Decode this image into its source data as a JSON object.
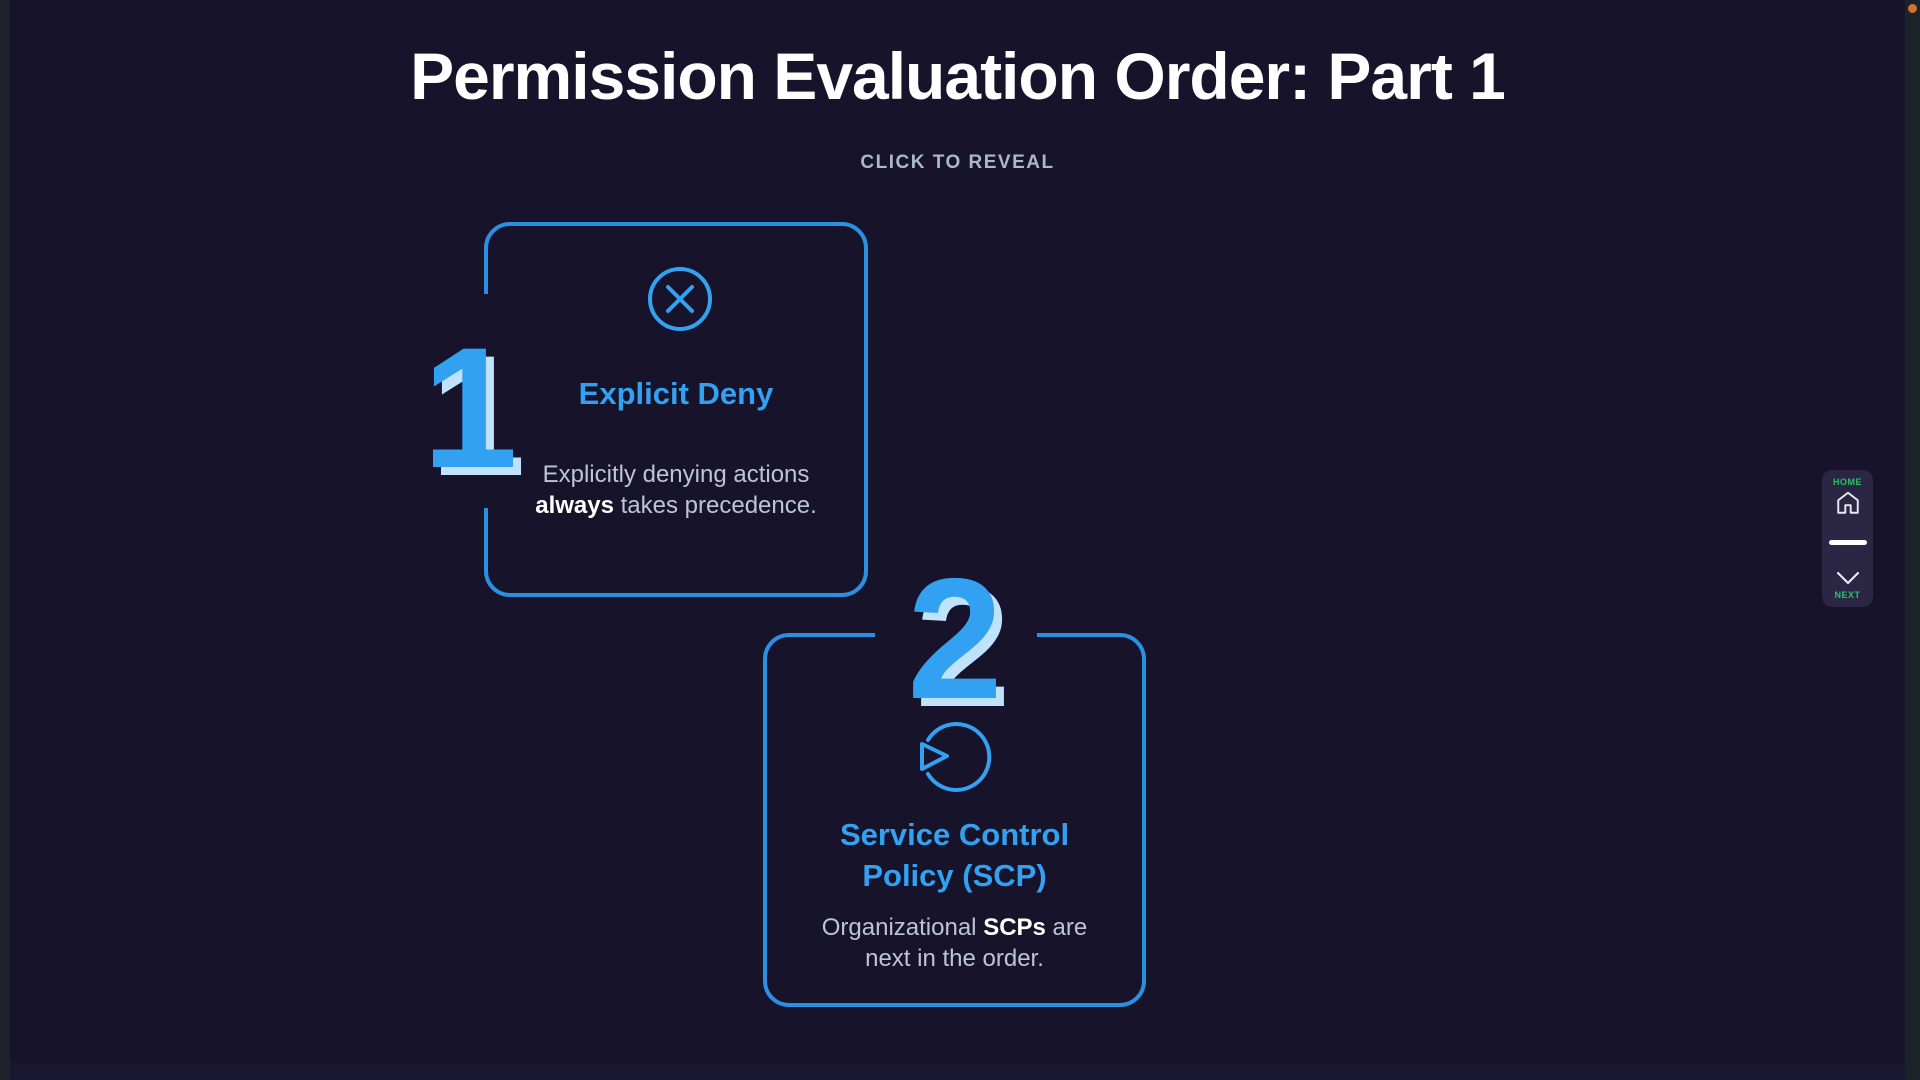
{
  "page": {
    "title": "Permission Evaluation Order: Part 1",
    "subtitle": "CLICK TO REVEAL"
  },
  "cards": [
    {
      "number": "1",
      "icon": "x-circle",
      "title": "Explicit Deny",
      "body_line1": "Explicitly denying actions",
      "body_line2_bold": "always",
      "body_line2_rest": " takes precedence."
    },
    {
      "number": "2",
      "icon": "pie-circle",
      "title_line1": "Service Control",
      "title_line2": "Policy (SCP)",
      "body_line1_pre": "Organizational ",
      "body_line1_bold": "SCPs",
      "body_line1_rest": " are",
      "body_line2": "next in the order."
    }
  ],
  "nav": {
    "home_label": "HOME",
    "next_label": "NEXT"
  },
  "colors": {
    "background": "#16132a",
    "card_border_blue": "#2b8fe2",
    "accent_blue": "#33a1f1",
    "numeral_highlight": "#bfe3fc",
    "body_text": "#bcc4da",
    "subtitle_text": "#a9b8d2",
    "nav_green": "#25c468",
    "record_dot_orange": "#cf7430"
  }
}
